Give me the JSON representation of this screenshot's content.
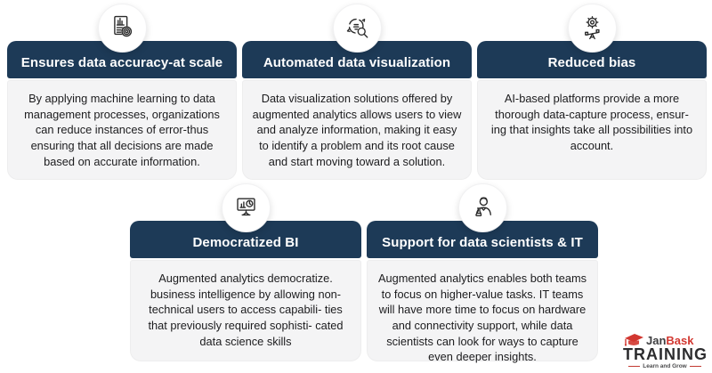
{
  "colors": {
    "page_bg": "#ffffff",
    "header_bg": "#1d3a57",
    "header_text": "#ffffff",
    "card_body_bg": "#f4f4f5",
    "body_text": "#1c1c1e",
    "icon_stroke": "#2b2b2b",
    "logo_red": "#d23730",
    "logo_dark": "#2c2c2e"
  },
  "cards": [
    {
      "id": "ensures-data-accuracy",
      "icon": "document-chart-fingerprint-icon",
      "title": "Ensures data accuracy-at scale",
      "body": "By applying machine learning to data management processes, organizations can reduce instances of error-thus ensuring that all decisions are made based on accurate information."
    },
    {
      "id": "automated-data-visualization",
      "icon": "donut-chart-magnifier-icon",
      "title": "Automated data visualization",
      "body": "Data visualization solutions offered by augmented analytics allows users to view and analyze information, making it easy to identify a problem and its root cause and start moving toward a solution."
    },
    {
      "id": "reduced-bias",
      "icon": "gear-balance-icon",
      "title": "Reduced bias",
      "body": "AI-based platforms provide a more thorough data-capture process, ensur- ing that insights take all possibilities into account."
    },
    {
      "id": "democratized-bi",
      "icon": "monitor-analytics-icon",
      "title": "Democratized BI",
      "body": "Augmented analytics democratize. business intelligence by allowing non-technical users to access capabili- ties that previously required sophisti- cated data science skills"
    },
    {
      "id": "support-data-scientists-it",
      "icon": "scientist-flask-icon",
      "title": "Support for data scientists & IT",
      "body": "Augmented analytics enables both teams to focus on higher-value tasks. IT teams will have more time to focus on hardware and connectivity support, while data scientists can look for ways to capture even deeper insights."
    }
  ],
  "logo": {
    "brand_part1": "Jan",
    "brand_part2": "Bask",
    "brand_line2": "TRAINING",
    "tagline": "Learn and Grow",
    "icon": "graduation-cap-icon"
  }
}
